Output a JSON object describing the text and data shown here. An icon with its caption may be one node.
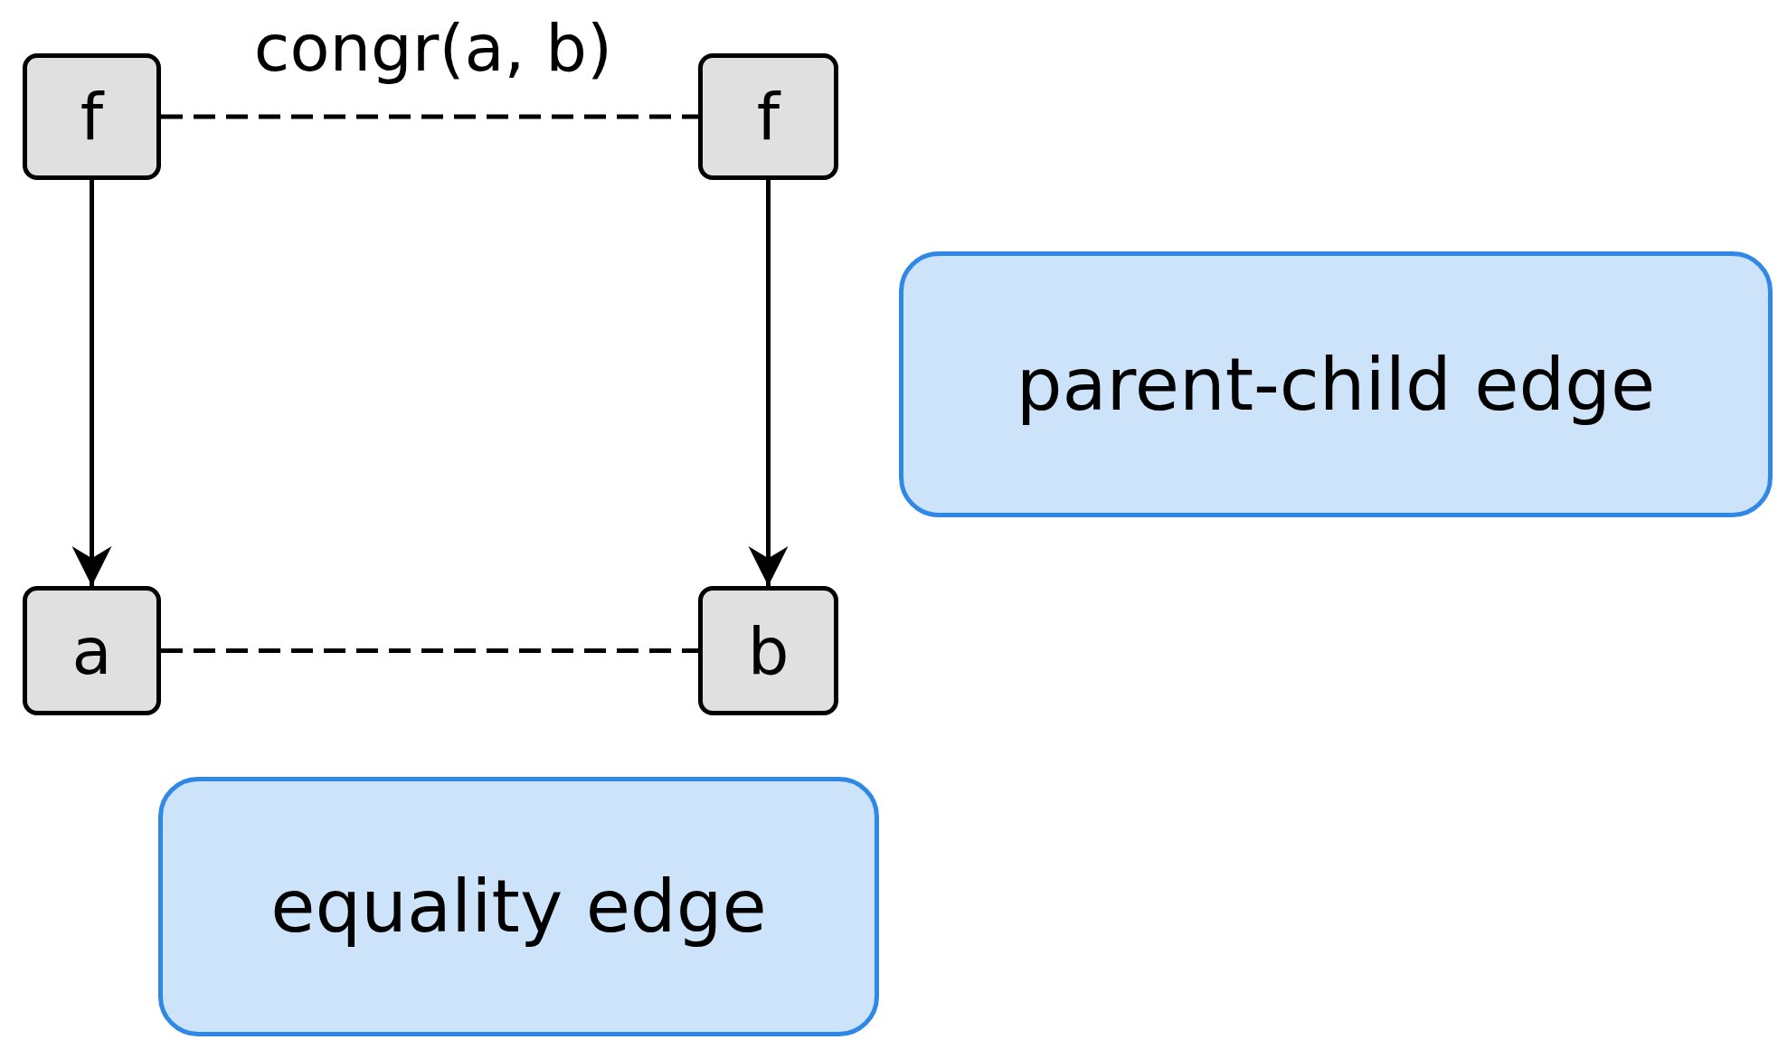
{
  "diagram": {
    "nodes": [
      {
        "text": [
          "f"
        ]
      },
      {
        "text": [
          "f"
        ]
      },
      {
        "text": [
          "a"
        ]
      },
      {
        "text": [
          "b"
        ]
      },
      {
        "text": [
          "parent-child edge"
        ]
      },
      {
        "text": [
          "equality edge"
        ]
      }
    ],
    "edges": [
      {
        "from": 0,
        "to": 1,
        "arrow": "none",
        "style": "dashed",
        "label": "congr(a, b)"
      },
      {
        "from": 0,
        "to": 2,
        "arrow": "to"
      },
      {
        "from": 1,
        "to": 3,
        "arrow": "to"
      },
      {
        "from": 2,
        "to": 3,
        "arrow": "none",
        "style": "dashed"
      }
    ]
  }
}
